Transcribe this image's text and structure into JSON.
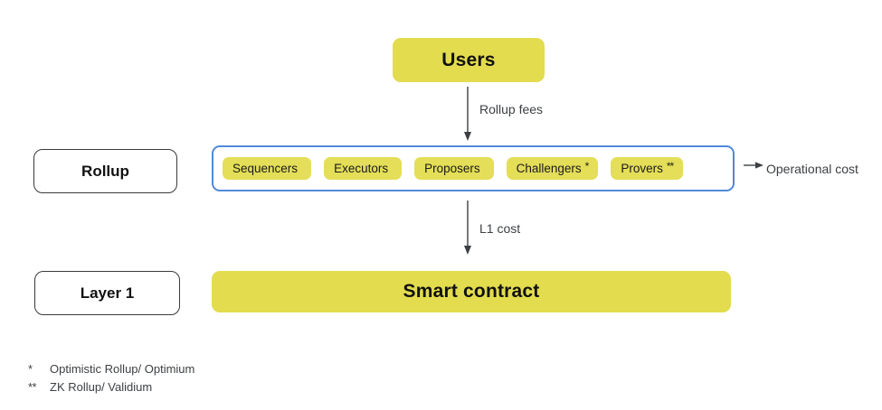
{
  "diagram": {
    "title_boxes": {
      "users": "Users",
      "smart_contract": "Smart contract"
    },
    "layer_labels": {
      "rollup": "Rollup",
      "layer1": "Layer 1"
    },
    "rollup_roles": [
      {
        "label": "Sequencers",
        "mark": ""
      },
      {
        "label": "Executors",
        "mark": ""
      },
      {
        "label": "Proposers",
        "mark": ""
      },
      {
        "label": "Challengers",
        "mark": "*"
      },
      {
        "label": "Provers",
        "mark": "**"
      }
    ],
    "arrows": {
      "users_to_rollup": "Rollup fees",
      "rollup_to_layer1": "L1 cost",
      "rollup_to_operational": "Operational cost"
    },
    "footnotes": [
      {
        "mark": "*",
        "text": "Optimistic Rollup/ Optimium"
      },
      {
        "mark": "**",
        "text": "ZK Rollup/ Validium"
      }
    ],
    "colors": {
      "block_yellow": "#e3dc4e",
      "pill_yellow": "#e4de58",
      "container_blue": "#5089d8",
      "outline_gray": "#3a3a3a",
      "text_gray": "#3d4043"
    }
  }
}
